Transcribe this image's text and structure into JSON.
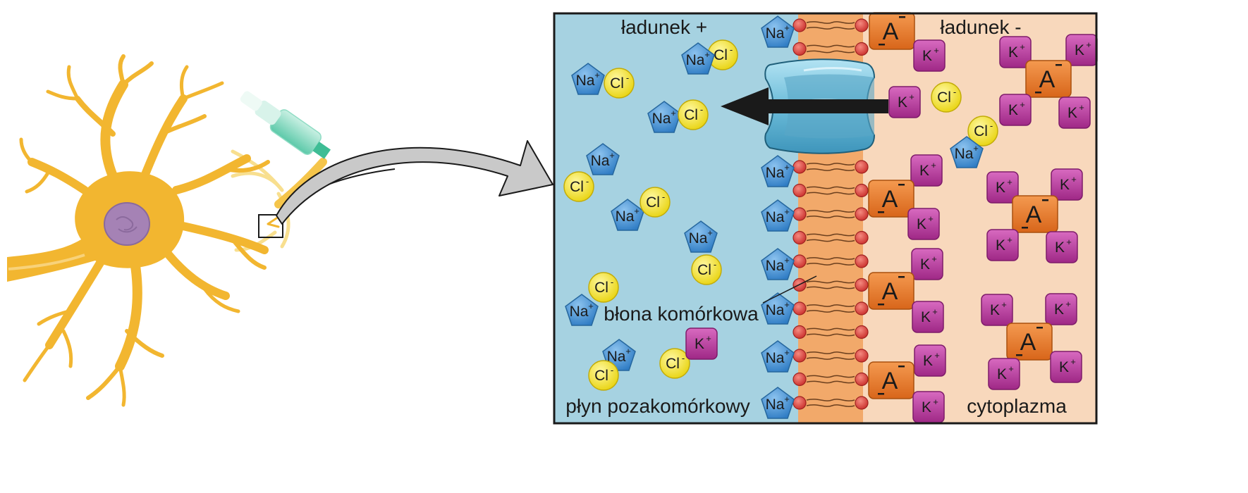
{
  "labels": {
    "positive_charge": "ładunek +",
    "negative_charge": "ładunek -",
    "membrane": "błona komórkowa",
    "extracellular": "płyn pozakomórkowy",
    "cytoplasm": "cytoplazma"
  },
  "ions": {
    "sodium": {
      "symbol": "Na",
      "charge": "+"
    },
    "chloride": {
      "symbol": "Cl",
      "charge": "-"
    },
    "potassium": {
      "symbol": "K",
      "charge": "+"
    },
    "anion": {
      "symbol": "A",
      "charge": "-"
    }
  },
  "colors": {
    "extracellular_fluid": "#a6d2e1",
    "cytoplasm": "#f8d8bc",
    "membrane": "#f2a96a",
    "lipid_head": "#e0403c",
    "sodium": "#3f8fd6",
    "chloride": "#f3e21a",
    "potassium": "#b7349a",
    "anion": "#ea7a22",
    "neuron": "#f2b630",
    "nucleus": "#a582b5",
    "channel": "#7ec9e2",
    "arrow": "#c9c9c9"
  }
}
